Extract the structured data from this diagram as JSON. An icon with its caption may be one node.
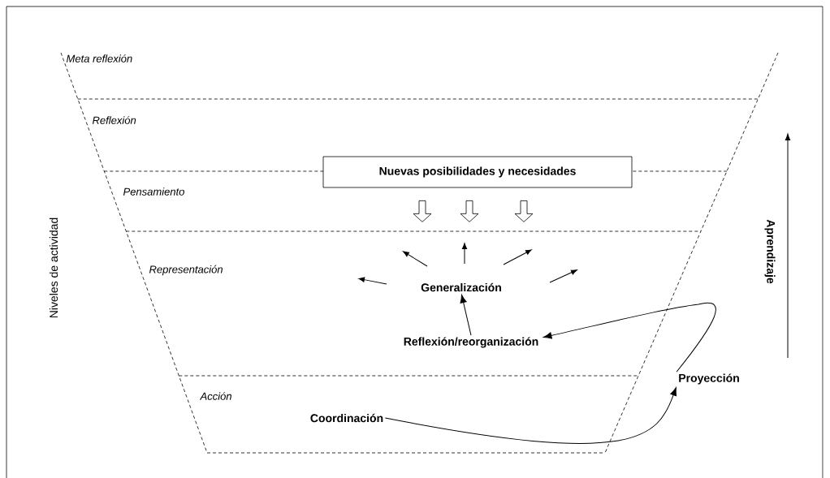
{
  "diagram": {
    "nodes": [
      {
        "text": [
          "Nuevas posibilidades y necesidades"
        ]
      },
      {
        "text": [
          "Generalización"
        ]
      },
      {
        "text": [
          "Reflexión/reorganización"
        ]
      },
      {
        "text": [
          "Coordinación"
        ]
      },
      {
        "text": [
          "Proyección"
        ]
      }
    ],
    "edges": [
      {
        "from": 0,
        "to": null,
        "arrow": "to"
      },
      {
        "from": 0,
        "to": null,
        "arrow": "to"
      },
      {
        "from": 0,
        "to": null,
        "arrow": "to"
      },
      {
        "from": 2,
        "to": 1,
        "arrow": "to"
      },
      {
        "from": 3,
        "to": 4,
        "arrow": "to"
      },
      {
        "from": 4,
        "to": 2,
        "arrow": "to"
      }
    ],
    "labels": [
      "Meta reflexión",
      "Reflexión",
      "Pensamiento",
      "Representación",
      "Acción",
      "Niveles de actividad",
      "Aprendizaje"
    ]
  }
}
